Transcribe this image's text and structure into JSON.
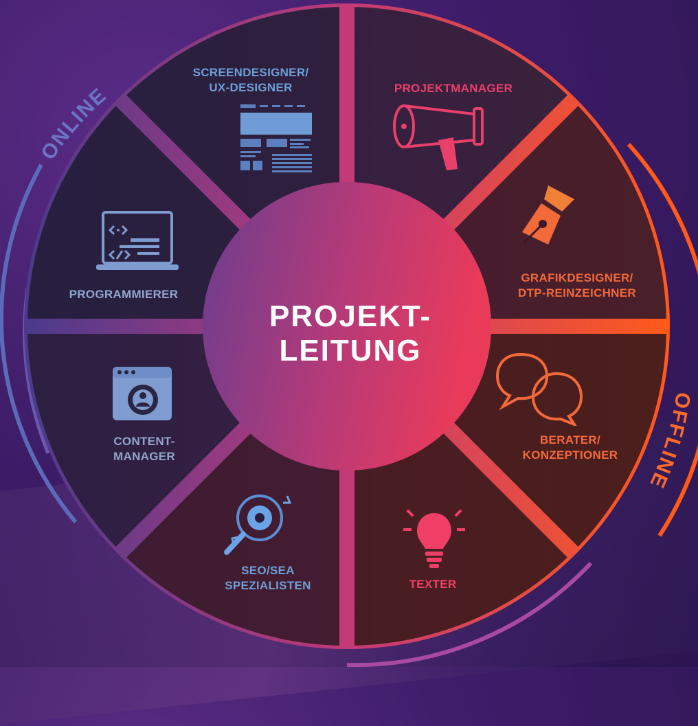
{
  "center": {
    "title": "PROJEKT-\nLEITUNG"
  },
  "ring_labels": {
    "online": "ONLINE",
    "offline": "OFFLINE"
  },
  "segments": [
    {
      "label": "SCREENDESIGNER/\nUX-DESIGNER",
      "icon": "wireframe-icon",
      "color": "#6e9fd8"
    },
    {
      "label": "PROJEKTMANAGER",
      "icon": "megaphone-icon",
      "color": "#e8406a"
    },
    {
      "label": "GRAFIKDESIGNER/\nDTP-REINZEICHNER",
      "icon": "pen-nib-icon",
      "color": "#f26a3a"
    },
    {
      "label": "BERATER/\nKONZEPTIONER",
      "icon": "speech-bubbles-icon",
      "color": "#f26a3a"
    },
    {
      "label": "TEXTER",
      "icon": "light-bulb-icon",
      "color": "#ef3f67"
    },
    {
      "label": "SEO/SEA\nSPEZIALISTEN",
      "icon": "search-gear-icon",
      "color": "#6e9fd8"
    },
    {
      "label": "CONTENT-\nMANAGER",
      "icon": "browser-gear-icon",
      "color": "#8fa6cf"
    },
    {
      "label": "PROGRAMMIERER",
      "icon": "laptop-code-icon",
      "color": "#8fa6cf"
    }
  ],
  "colors": {
    "online": "#6a4fa8",
    "offline": "#ff5a1e",
    "center_start": "#7a3b8a",
    "center_end": "#e23860"
  }
}
